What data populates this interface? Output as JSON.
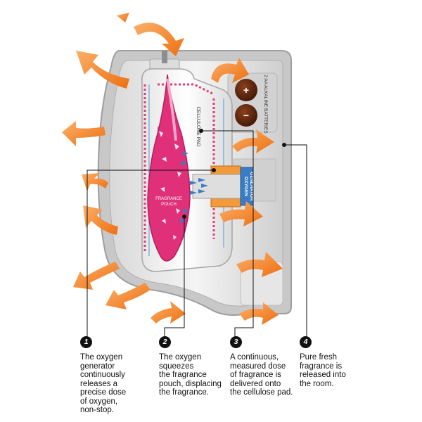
{
  "labels": {
    "cellulose_pad_left": "CELLULOSE PAD",
    "cellulose_pad_right": "CELLULOSE PAD",
    "fragrance_pouch_line1": "FRAGRANCE",
    "fragrance_pouch_line2": "POUCH",
    "oxygen_generator_line1": "OXYGEN",
    "oxygen_generator_line2": "GENERATOR",
    "batteries": "2 AA ALKALINE BATTERIES",
    "battery_plus": "+",
    "battery_minus": "−"
  },
  "callouts": [
    {
      "number": "1",
      "text": "The oxygen\ngenerator\ncontinuously\nreleases a\nprecise dose\nof oxygen,\nnon-stop."
    },
    {
      "number": "2",
      "text": "The oxygen\nsqueezes\nthe fragrance\npouch, displacing\nthe fragrance."
    },
    {
      "number": "3",
      "text": "A continuous,\nmeasured dose\nof fragrance is\ndelivered onto\nthe cellulose pad."
    },
    {
      "number": "4",
      "text": "Pure fresh\nfragrance is\nreleased into\nthe room."
    }
  ],
  "colors": {
    "arrow_orange": "#f07a1a",
    "arrow_light": "#f9b77a",
    "fragrance_pink": "#e0307a",
    "oxygen_blue": "#3a7cc3",
    "battery_brown": "#5a2610",
    "housing_grey": "#b9b9b9"
  }
}
